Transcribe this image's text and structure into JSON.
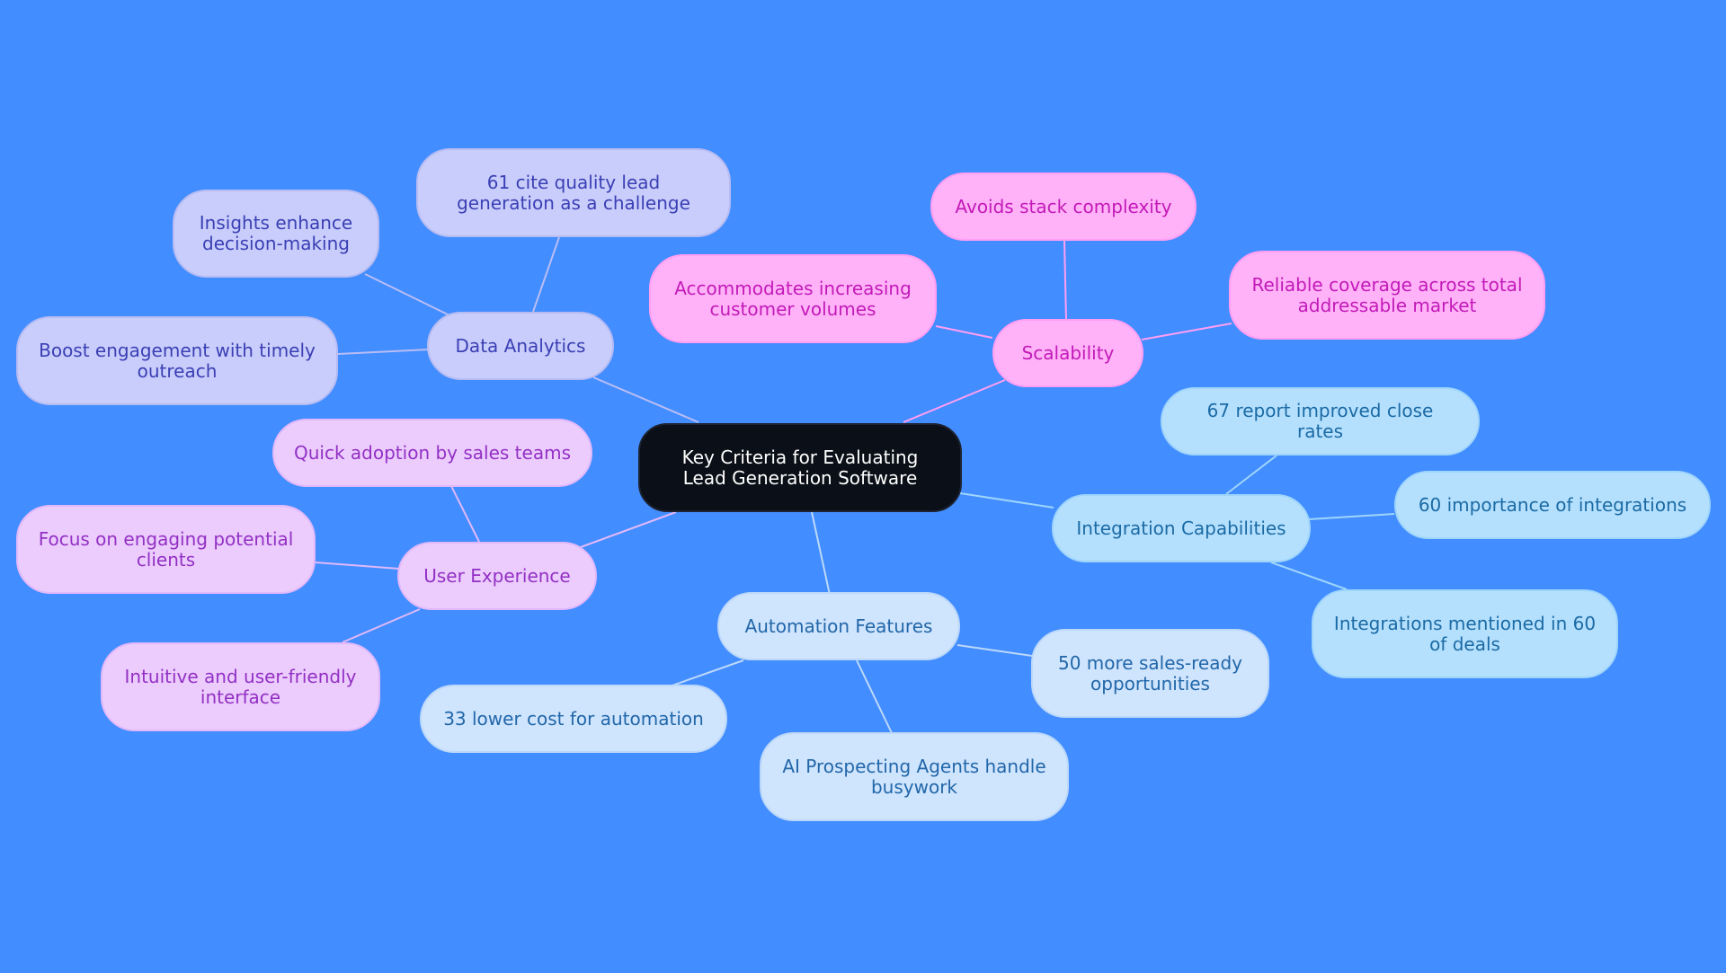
{
  "root": {
    "label": "Key Criteria for Evaluating Lead Generation Software"
  },
  "colors": {
    "background": "#428dff",
    "data_analytics": "#c9cdfb",
    "scalability": "#ffb2f7",
    "integration": "#b4e0fe",
    "automation": "#cfe4fd",
    "user_experience": "#ebccfd"
  },
  "branches": {
    "data_analytics": {
      "label": "Data Analytics",
      "items": [
        "61 cite quality lead generation as a challenge",
        "Insights enhance decision-making",
        "Boost engagement with timely outreach"
      ]
    },
    "scalability": {
      "label": "Scalability",
      "items": [
        "Avoids stack complexity",
        "Accommodates increasing customer volumes",
        "Reliable coverage across total addressable market"
      ]
    },
    "integration": {
      "label": "Integration Capabilities",
      "items": [
        "67 report improved close rates",
        "60 importance of integrations",
        "Integrations mentioned in 60 of deals"
      ]
    },
    "automation": {
      "label": "Automation Features",
      "items": [
        "50 more sales-ready opportunities",
        "33 lower cost for automation",
        "AI Prospecting Agents handle busywork"
      ]
    },
    "user_experience": {
      "label": "User Experience",
      "items": [
        "Quick adoption by sales teams",
        "Focus on engaging potential clients",
        "Intuitive and user-friendly interface"
      ]
    }
  }
}
